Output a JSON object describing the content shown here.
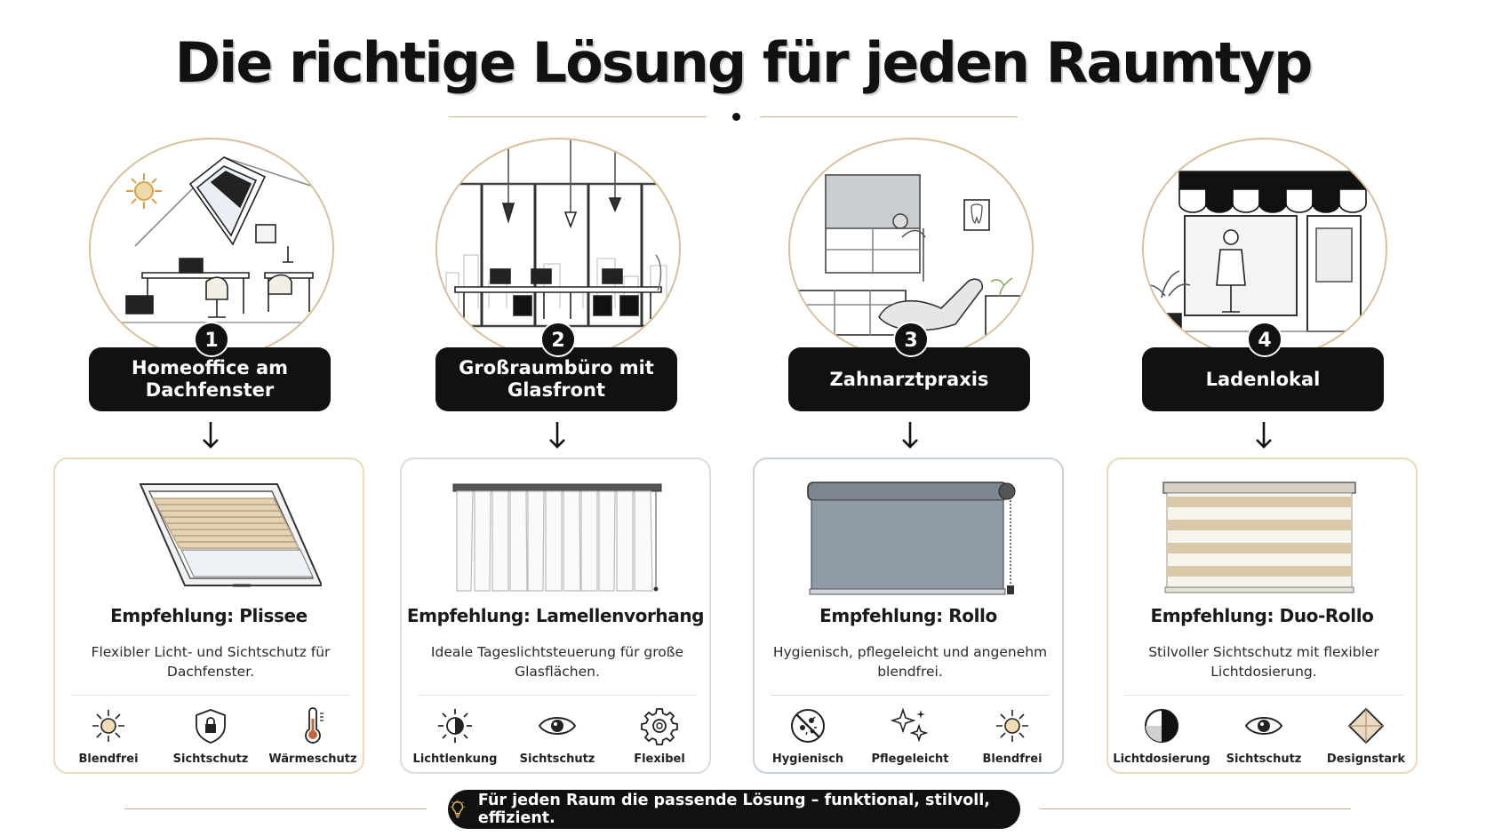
{
  "title": "Die richtige Lösung für jeden Raumtyp",
  "rooms": [
    {
      "number": "1",
      "name": "Homeoffice am Dachfenster",
      "recommendation": "Empfehlung: Plissee",
      "description": "Flexibler Licht- und Sichtschutz für Dachfenster.",
      "features": [
        {
          "label": "Blendfrei",
          "icon": "sun-icon"
        },
        {
          "label": "Sichtschutz",
          "icon": "shield-lock-icon"
        },
        {
          "label": "Wärmeschutz",
          "icon": "thermometer-icon"
        }
      ]
    },
    {
      "number": "2",
      "name": "Großraumbüro mit Glasfront",
      "recommendation": "Empfehlung: Lamellenvorhang",
      "description": "Ideale Tageslichtsteuerung für große Glasflächen.",
      "features": [
        {
          "label": "Lichtlenkung",
          "icon": "light-direction-icon"
        },
        {
          "label": "Sichtschutz",
          "icon": "eye-icon"
        },
        {
          "label": "Flexibel",
          "icon": "gear-icon"
        }
      ]
    },
    {
      "number": "3",
      "name": "Zahnarztpraxis",
      "recommendation": "Empfehlung: Rollo",
      "description": "Hygienisch, pflegeleicht und angenehm blendfrei.",
      "features": [
        {
          "label": "Hygienisch",
          "icon": "no-germs-icon"
        },
        {
          "label": "Pflegeleicht",
          "icon": "sparkle-icon"
        },
        {
          "label": "Blendfrei",
          "icon": "sun-icon"
        }
      ]
    },
    {
      "number": "4",
      "name": "Ladenlokal",
      "recommendation": "Empfehlung: Duo-Rollo",
      "description": "Stilvoller Sichtschutz mit flexibler Lichtdosierung.",
      "features": [
        {
          "label": "Lichtdosierung",
          "icon": "half-circle-icon"
        },
        {
          "label": "Sichtschutz",
          "icon": "eye-icon"
        },
        {
          "label": "Designstark",
          "icon": "diamond-icon"
        }
      ]
    }
  ],
  "footer": "Für jeden Raum die passende Lösung – funktional, stilvoll, effizient.",
  "colors": {
    "accent_gold": "#c9b28a",
    "label_bg": "#111111",
    "rollo_gray": "#8e9aa6",
    "plissee_beige": "#d9c9a8"
  }
}
